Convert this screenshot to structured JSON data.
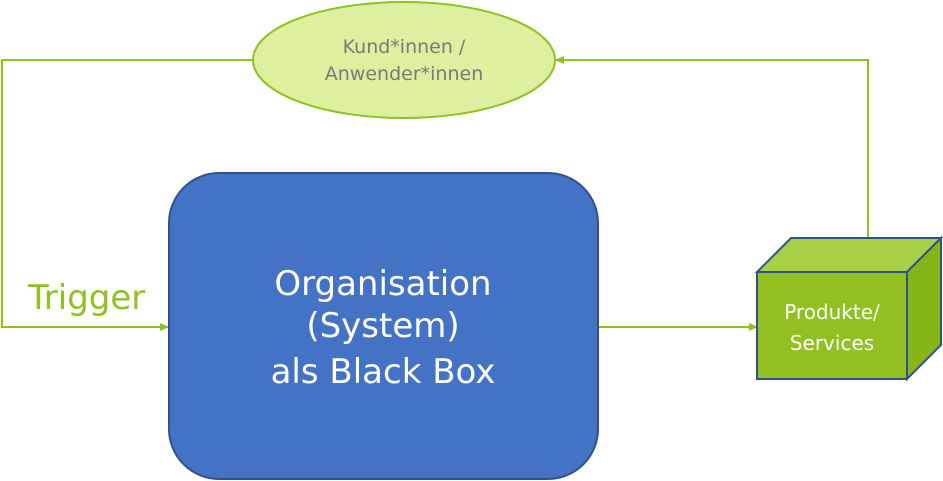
{
  "diagram": {
    "ellipse": {
      "line1": "Kund*innen /",
      "line2": "Anwender*innen"
    },
    "trigger_label": "Trigger",
    "blackbox": {
      "line1": "Organisation",
      "line2": "(System)",
      "line3": "als Black Box"
    },
    "cube": {
      "line1": "Produkte/",
      "line2": "Services"
    }
  },
  "colors": {
    "arrow_green": "#8DC21F",
    "ellipse_fill": "#DCF0A0",
    "ellipse_stroke": "#8DC21F",
    "ellipse_text": "#7A7A7A",
    "blackbox_fill": "#4472C4",
    "blackbox_stroke": "#2F528F",
    "blackbox_text": "#FFFFFF",
    "cube_front": "#92C020",
    "cube_top": "#A8CF45",
    "cube_side": "#86B51A",
    "cube_stroke": "#2F528F",
    "cube_text": "#FFFFFF",
    "trigger_text": "#8DC21F"
  }
}
